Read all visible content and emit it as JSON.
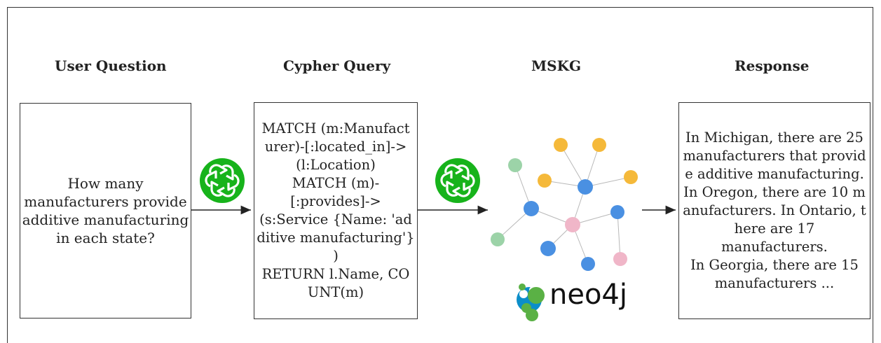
{
  "headings": {
    "user_question": "User Question",
    "cypher_query": "Cypher Query",
    "mskg": "MSKG",
    "response": "Response"
  },
  "user_question_text": "How many\nmanufacturers provide\nadditive manufacturing\nin each state?",
  "cypher_query_text": "MATCH (m:Manufact\nurer)-[:located_in]->\n(l:Location)\nMATCH (m)-\n[:provides]->\n(s:Service {Name: 'ad\nditive manufacturing'}\n)\nRETURN l.Name, CO\nUNT(m)",
  "response_text": "In Michigan, there are 25\nmanufacturers that provid\ne additive manufacturing.\nIn Oregon, there are 10 m\nanufacturers. In Ontario, t\nhere are 17 manufacturers.\nIn Georgia, there are 15\nmanufacturers ...",
  "neo4j_wordmark": "neo4j",
  "icons": {
    "llm_logo": "openai-logo-icon",
    "graph": "knowledge-graph-icon",
    "neo4j": "neo4j-logo-icon"
  },
  "colors": {
    "llm_green": "#17b31b",
    "node_blue": "#4a90e2",
    "node_yellow": "#f5b93a",
    "node_pink": "#f0b6c8",
    "node_green": "#9cd3a8",
    "neo4j_blue": "#0c8ec9",
    "neo4j_green": "#5ab145"
  }
}
